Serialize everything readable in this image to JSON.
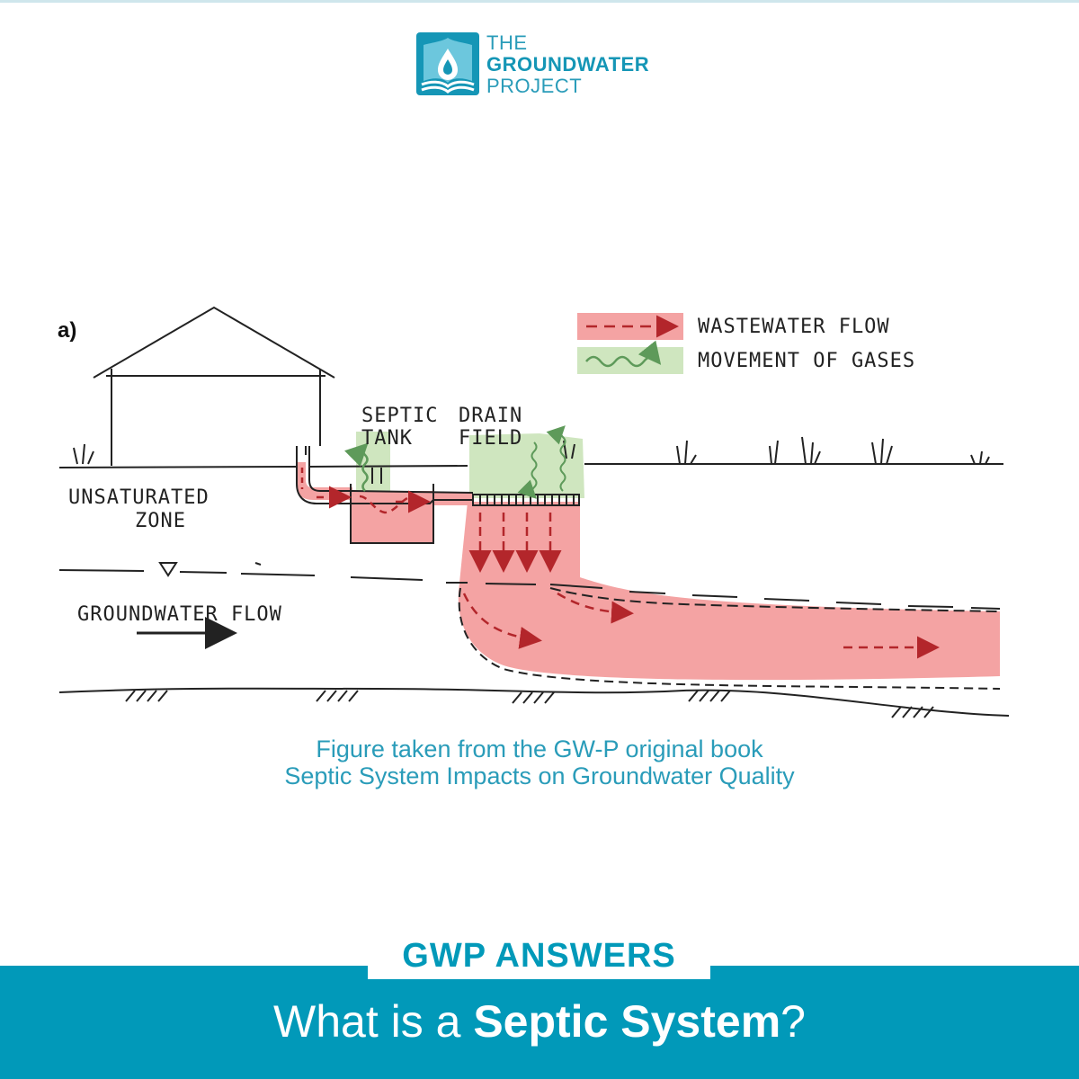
{
  "logo": {
    "line1": "THE",
    "line2_a": "GROUND",
    "line2_b": "WATER",
    "line3": "PROJECT",
    "icon": "water-drop-book-icon"
  },
  "diagram": {
    "panel_label": "a)",
    "legend": [
      {
        "label": "WASTEWATER FLOW",
        "color": "#f4a3a3",
        "icon": "dashed-arrow-icon"
      },
      {
        "label": "MOVEMENT OF GASES",
        "color": "#cfe6bf",
        "icon": "wavy-arrow-icon"
      }
    ],
    "septic_tank_label": [
      "SEPTIC",
      "TANK"
    ],
    "drain_field_label": [
      "DRAIN",
      "FIELD"
    ],
    "unsaturated_zone_label": [
      "UNSATURATED",
      "ZONE"
    ],
    "groundwater_flow_label": "GROUNDWATER FLOW"
  },
  "caption": {
    "line1": "Figure taken from the GW-P original book",
    "line2": "Septic System Impacts on Groundwater Quality"
  },
  "banner": {
    "tag": "GWP ANSWERS",
    "question_prefix": "What is a ",
    "question_bold": "Septic System",
    "question_suffix": "?"
  },
  "colors": {
    "brand": "#0199b9",
    "wastewater": "#f4a3a3",
    "gases": "#cfe6bf"
  }
}
